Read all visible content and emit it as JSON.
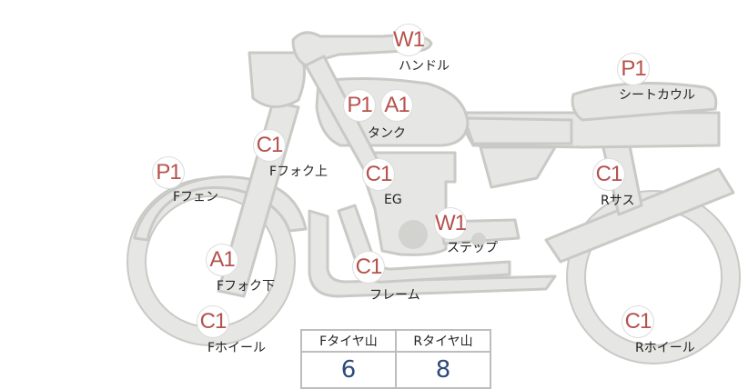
{
  "parts": [
    {
      "id": "handle",
      "label": "ハンドル",
      "grade": "W1"
    },
    {
      "id": "seatcowl",
      "label": "シートカウル",
      "grade": "P1"
    },
    {
      "id": "tank",
      "label": "タンク",
      "grades": [
        "P1",
        "A1"
      ]
    },
    {
      "id": "ffork-upper",
      "label": "Fフォク上",
      "grade": "C1"
    },
    {
      "id": "ffender",
      "label": "Fフェン",
      "grade": "P1"
    },
    {
      "id": "engine",
      "label": "EG",
      "grade": "C1"
    },
    {
      "id": "rsus",
      "label": "Rサス",
      "grade": "C1"
    },
    {
      "id": "step",
      "label": "ステップ",
      "grade": "W1"
    },
    {
      "id": "ffork-lower",
      "label": "Fフォク下",
      "grade": "A1"
    },
    {
      "id": "frame",
      "label": "フレーム",
      "grade": "C1"
    },
    {
      "id": "fwheel",
      "label": "Fホイール",
      "grade": "C1"
    },
    {
      "id": "rwheel",
      "label": "Rホイール",
      "grade": "C1"
    }
  ],
  "tire_tread": {
    "headers": [
      "Fタイヤ山",
      "Rタイヤ山"
    ],
    "values": [
      "6",
      "8"
    ]
  }
}
